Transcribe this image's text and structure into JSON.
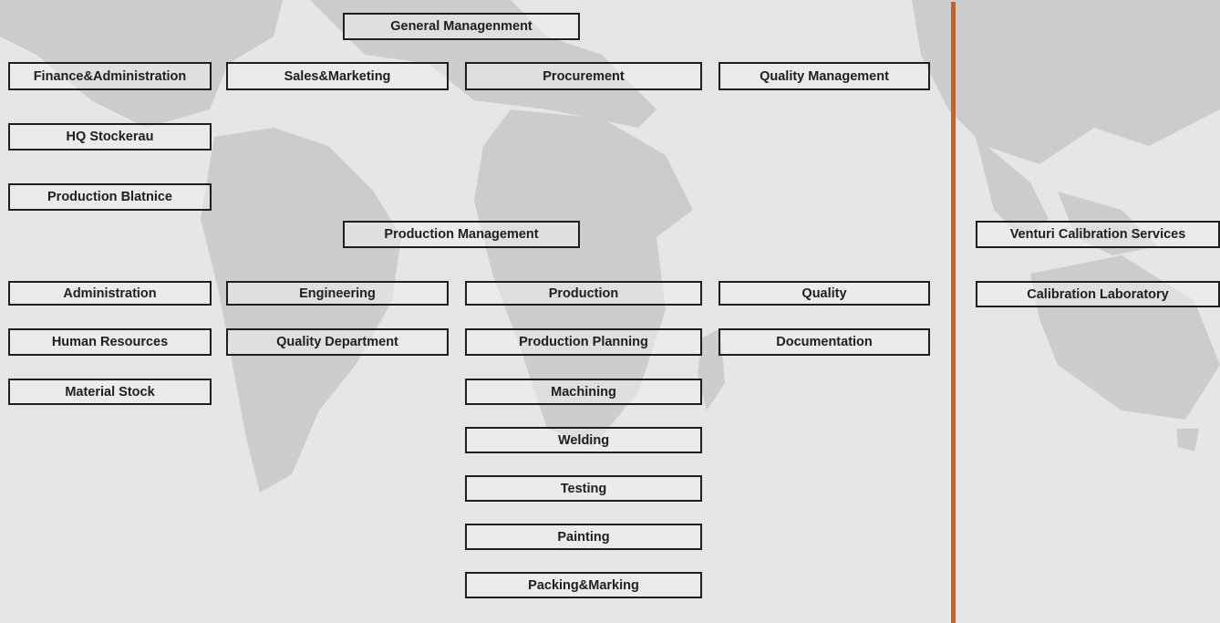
{
  "colors": {
    "divider": "#d35f1e",
    "map": "#b8b8b8",
    "background": "#e6e6e6"
  },
  "top": {
    "general_management": "General Managenment",
    "finance_administration": "Finance&Administration",
    "sales_marketing": "Sales&Marketing",
    "procurement": "Procurement",
    "quality_management": "Quality Management",
    "hq_stockerau": "HQ Stockerau",
    "production_blatnice": "Production Blatnice"
  },
  "production": {
    "production_management": "Production Management",
    "administration": "Administration",
    "engineering": "Engineering",
    "production": "Production",
    "quality": "Quality",
    "human_resources": "Human Resources",
    "quality_department": "Quality Department",
    "production_planning": "Production Planning",
    "documentation": "Documentation",
    "material_stock": "Material Stock",
    "machining": "Machining",
    "welding": "Welding",
    "testing": "Testing",
    "painting": "Painting",
    "packing_marking": "Packing&Marking"
  },
  "venturi": {
    "venturi_calibration_services": "Venturi Calibration Services",
    "calibration_laboratory": "Calibration Laboratory"
  }
}
